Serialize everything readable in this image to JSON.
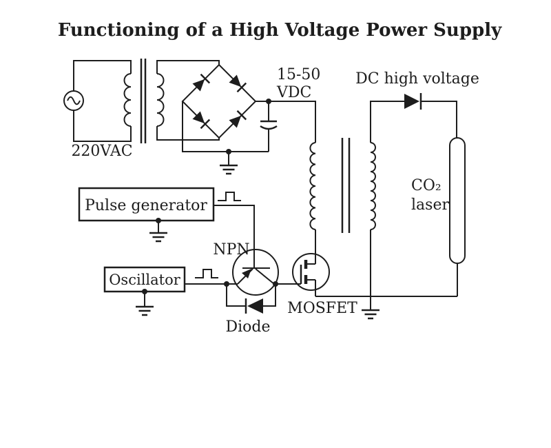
{
  "title": "Functioning of a High Voltage Power Supply",
  "colors": {
    "line": "#1d1d1d",
    "background": "#ffffff"
  },
  "labels": {
    "ac_source": "220VAC",
    "dc_bus_line1": "15-50",
    "dc_bus_line2": "VDC",
    "hv_output": "DC high voltage",
    "laser_line1": "CO₂",
    "laser_line2": "laser",
    "pulse_generator": "Pulse generator",
    "oscillator": "Oscillator",
    "transistor": "NPN",
    "switch": "MOSFET",
    "flyback_diode": "Diode"
  }
}
